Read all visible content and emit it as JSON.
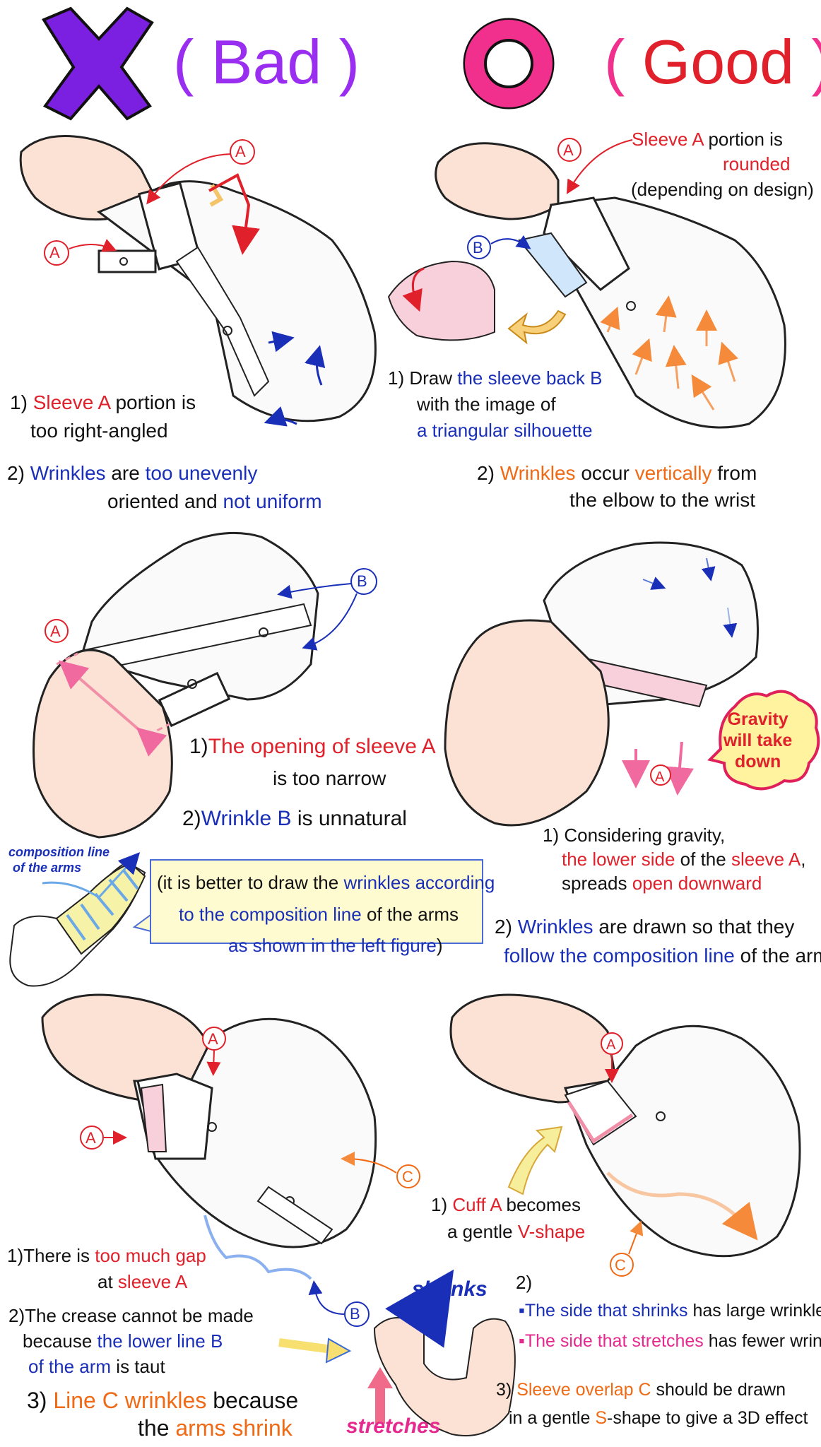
{
  "header": {
    "bad_paren_open": "(",
    "bad_label": "Bad",
    "bad_paren_close": ")",
    "good_paren_open": "(",
    "good_label": "Good",
    "good_paren_close": ")"
  },
  "markers": {
    "a": "A",
    "b": "B",
    "c": "C"
  },
  "row1": {
    "bad1_num": "1)",
    "bad1_red": "Sleeve A",
    "bad1_rest": "portion is",
    "bad1_line2": "too right-angled",
    "bad2_num": "2)",
    "bad2_blue1": "Wrinkles",
    "bad2_mid": "are",
    "bad2_blue2": "too unevenly",
    "bad2_line2_pre": "oriented and",
    "bad2_line2_blue": "not uniform",
    "good_note_red1": "Sleeve A",
    "good_note_rest": "portion is",
    "good_note_red2": "rounded",
    "good_note_line3": "(depending on design)",
    "good1_num": "1) Draw",
    "good1_blue": "the sleeve back B",
    "good1_line2": "with the image of",
    "good1_line3_blue": "a triangular silhouette",
    "good2_num": "2)",
    "good2_orange1": "Wrinkles",
    "good2_mid": "occur",
    "good2_orange2": "vertically",
    "good2_rest": "from",
    "good2_line2": "the elbow to the wrist"
  },
  "row2": {
    "bad1_num": "1)",
    "bad1_red": "The opening of sleeve A",
    "bad1_line2": "is too narrow",
    "bad2_num": "2)",
    "bad2_blue": "Wrinkle B",
    "bad2_rest": "is unnatural",
    "comp_label_line1": "composition line",
    "comp_label_line2": "of the arms",
    "box_line1_pre": "(it is better to draw the",
    "box_line1_blue": "wrinkles according",
    "box_line2_blue": "to the composition line",
    "box_line2_rest": "of the arms",
    "box_line3_blue": "as shown in the left figure",
    "box_line3_rest": ")",
    "gravity_line1": "Gravity",
    "gravity_line2": "will take",
    "gravity_line3": "down",
    "good1_line1": "1) Considering gravity,",
    "good1_line2_red1": "the lower side",
    "good1_line2_mid": "of the",
    "good1_line2_red2": "sleeve A",
    "good1_line3_pre": "spreads",
    "good1_line3_red": "open downward",
    "good2_num": "2)",
    "good2_blue1": "Wrinkles",
    "good2_rest1": "are drawn so that they",
    "good2_line2_blue": "follow the composition line",
    "good2_line2_rest": "of the arm"
  },
  "row3": {
    "bad1_pre": "1)There is",
    "bad1_red": "too much gap",
    "bad1_line2_pre": "at",
    "bad1_line2_red": "sleeve A",
    "bad2_line1": "2)The crease cannot be made",
    "bad2_line2_pre": "because",
    "bad2_line2_blue": "the lower line B",
    "bad2_line3_blue": "of the arm",
    "bad2_line3_rest": "is taut",
    "bad3_num": "3)",
    "bad3_orange": "Line C wrinkles",
    "bad3_rest": "because",
    "bad3_line2_pre": "the",
    "bad3_line2_orange": "arms shrink",
    "shrinks": "shrinks",
    "stretches": "stretches",
    "good1_num": "1)",
    "good1_red1": "Cuff A",
    "good1_rest": "becomes",
    "good1_line2_pre": "a gentle",
    "good1_line2_red": "V-shape",
    "good2_num": "2)",
    "good2_bullet1_blue": "▪The side that shrinks",
    "good2_bullet1_rest": "has large wrinkles",
    "good2_bullet2_pink": "▪The side that stretches",
    "good2_bullet2_rest": "has fewer wrinkles",
    "good3_num": "3)",
    "good3_orange": "Sleeve overlap C",
    "good3_rest": "should be drawn",
    "good3_line2_pre": "in a gentle",
    "good3_line2_orange1": "S",
    "good3_line2_mid": "-shape to give a 3D effect"
  },
  "colors": {
    "bad_purple": "#7b1fe0",
    "good_pink": "#f0308c",
    "accent_red": "#e0202a",
    "accent_blue": "#1a2fb8",
    "accent_orange": "#f06a16"
  }
}
